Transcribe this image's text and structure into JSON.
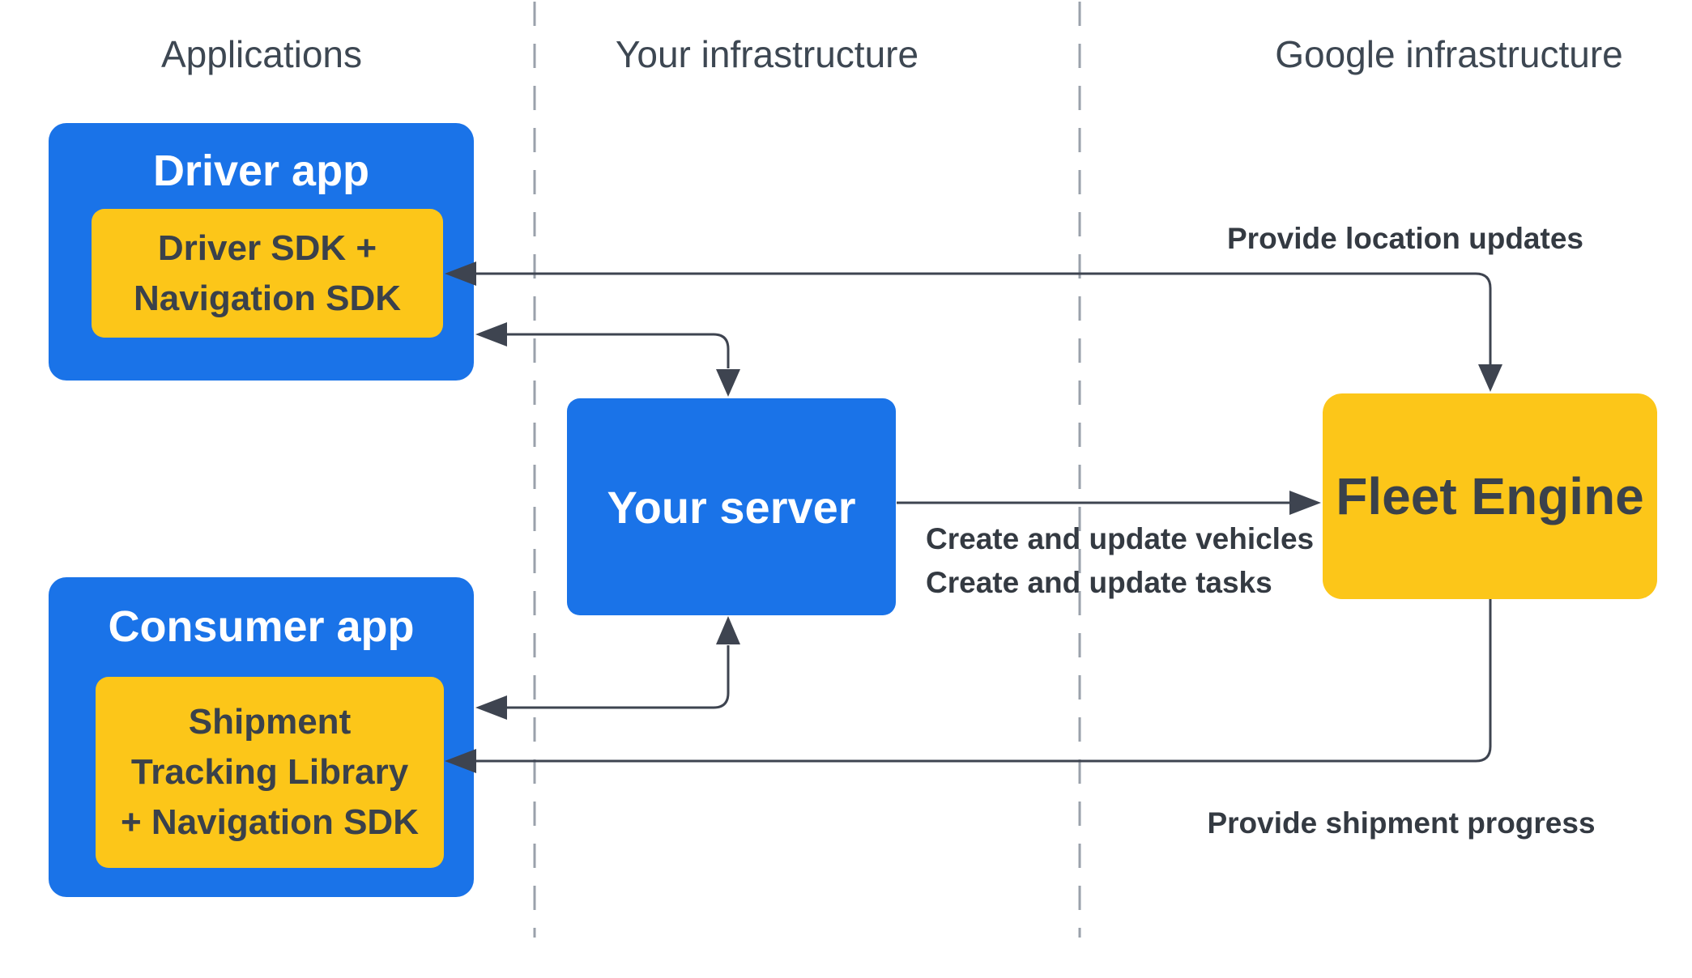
{
  "colors": {
    "blue": "#1a73e8",
    "yellow": "#fcc619",
    "arrow": "#3e4450",
    "divider": "#9aa1ab",
    "header_text": "#3d4752",
    "label_text": "#343a42",
    "box_dark_text": "#3a414b",
    "title_text": "#ffffff",
    "background": "#ffffff"
  },
  "columns": [
    {
      "label": "Applications"
    },
    {
      "label": "Your infrastructure"
    },
    {
      "label": "Google infrastructure"
    }
  ],
  "nodes": {
    "driver_app": {
      "title": "Driver app",
      "sdk_lines": [
        "Driver SDK +",
        "Navigation SDK"
      ]
    },
    "consumer_app": {
      "title": "Consumer app",
      "sdk_lines": [
        "Shipment",
        "Tracking Library",
        "+ Navigation SDK"
      ]
    },
    "your_server": {
      "title": "Your server"
    },
    "fleet_engine": {
      "title": "Fleet Engine"
    }
  },
  "edges": {
    "provide_location_updates": {
      "label": "Provide location updates"
    },
    "create_update": {
      "label_lines": [
        "Create and update vehicles",
        "Create and update tasks"
      ]
    },
    "provide_shipment_progress": {
      "label": "Provide shipment progress"
    }
  }
}
